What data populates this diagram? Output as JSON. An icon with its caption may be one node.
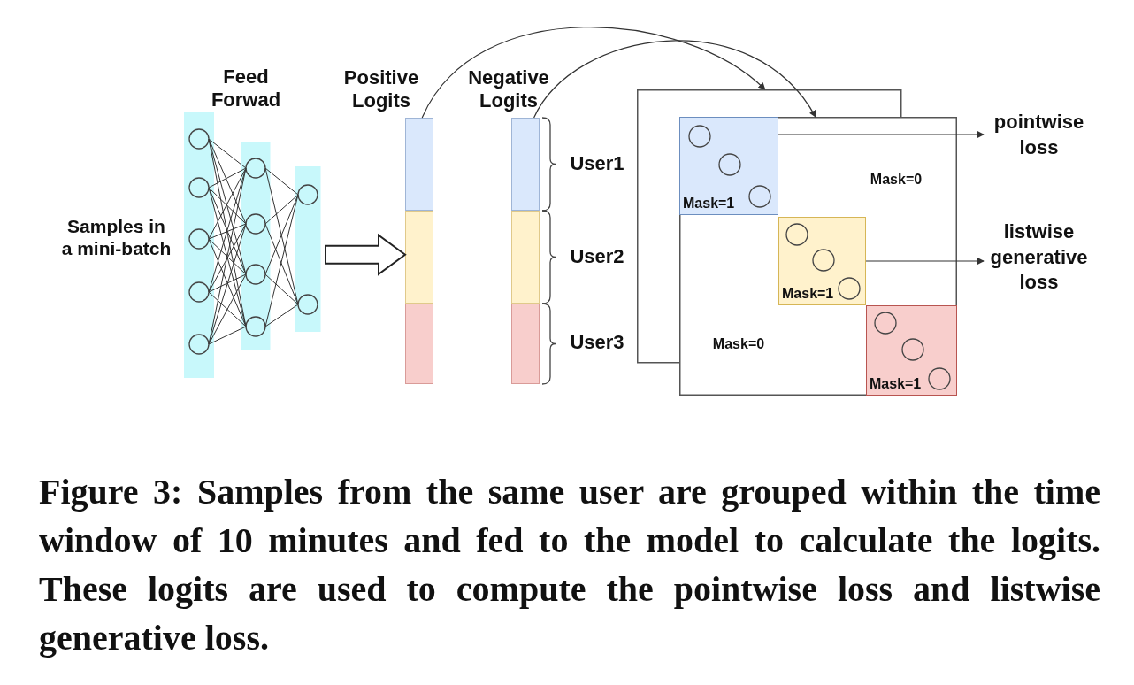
{
  "diagram": {
    "nodes": [
      {
        "text": [
          "Feed Forwad"
        ]
      },
      {
        "text": [
          "Positive Logits"
        ]
      },
      {
        "text": [
          "Negative Logits"
        ]
      },
      {
        "text": [
          "Mask=0",
          "Mask=0"
        ]
      },
      {
        "text": [
          "Mask=1"
        ],
        "in": 3
      },
      {
        "text": [
          "Mask=1"
        ],
        "in": 3
      },
      {
        "text": [
          "Mask=1"
        ],
        "in": 3
      },
      {
        "text": [
          "pointwise loss"
        ]
      },
      {
        "text": [
          "listwise generative loss"
        ]
      }
    ],
    "edges": [
      {
        "from": 0,
        "to": 1,
        "arrow": "to",
        "style": "thick"
      },
      {
        "from": 1,
        "to": 3,
        "arrow": "to"
      },
      {
        "from": 2,
        "to": 3,
        "arrow": "to"
      },
      {
        "from": 4,
        "to": 7,
        "arrow": "to"
      },
      {
        "from": 5,
        "to": 8,
        "arrow": "to"
      }
    ],
    "labels": [
      "Samples in a mini-batch",
      "User1",
      "User2",
      "User3"
    ],
    "caption": "Figure 3: Samples from the same user are grouped within the time window of 10 minutes and fed to the model to calculate the logits. These logits are used to compute the pointwise loss and listwise generative loss."
  }
}
